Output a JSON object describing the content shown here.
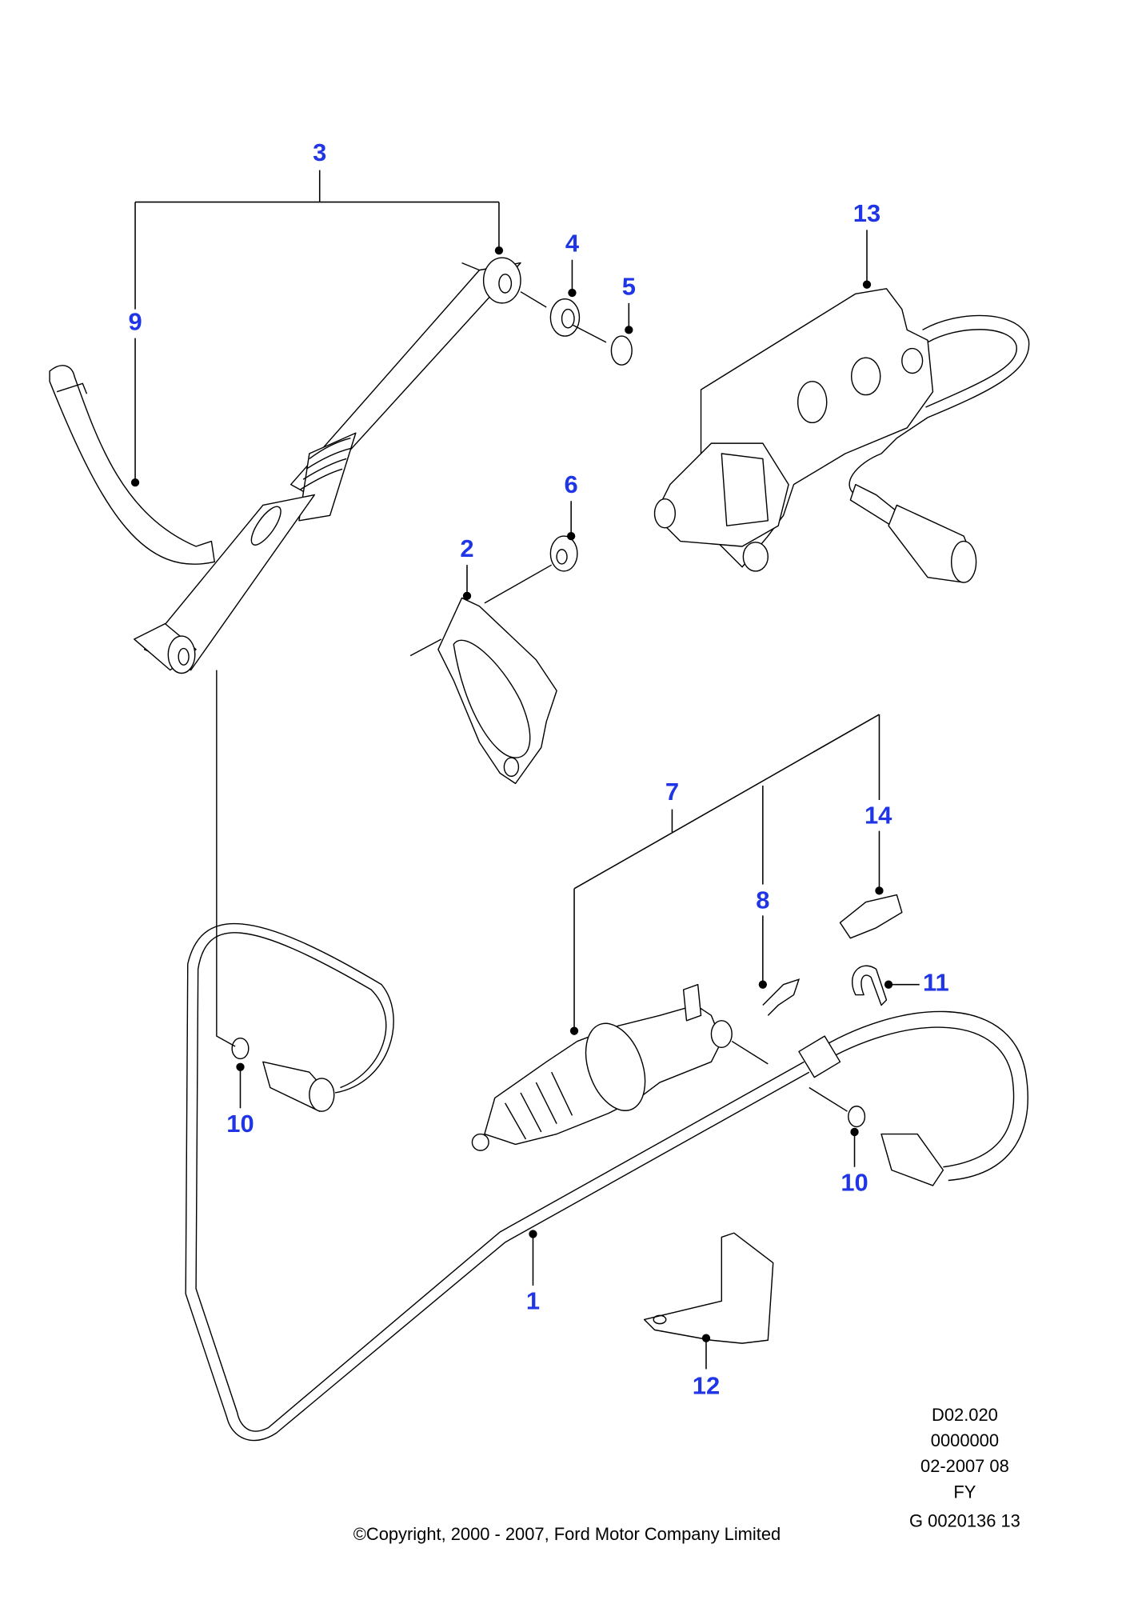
{
  "diagram": {
    "callout_color": "#1f35e6",
    "callouts": [
      {
        "id": "3"
      },
      {
        "id": "9"
      },
      {
        "id": "4"
      },
      {
        "id": "5"
      },
      {
        "id": "13"
      },
      {
        "id": "6"
      },
      {
        "id": "2"
      },
      {
        "id": "7"
      },
      {
        "id": "8"
      },
      {
        "id": "14"
      },
      {
        "id": "11"
      },
      {
        "id": "10"
      },
      {
        "id": "10"
      },
      {
        "id": "1"
      },
      {
        "id": "12"
      }
    ]
  },
  "info_block": {
    "line1": "D02.020",
    "line2": "0000000",
    "line3": "02-2007 08",
    "line4": "FY",
    "line5": "G 0020136 13"
  },
  "copyright": "©Copyright, 2000 - 2007, Ford Motor Company Limited"
}
